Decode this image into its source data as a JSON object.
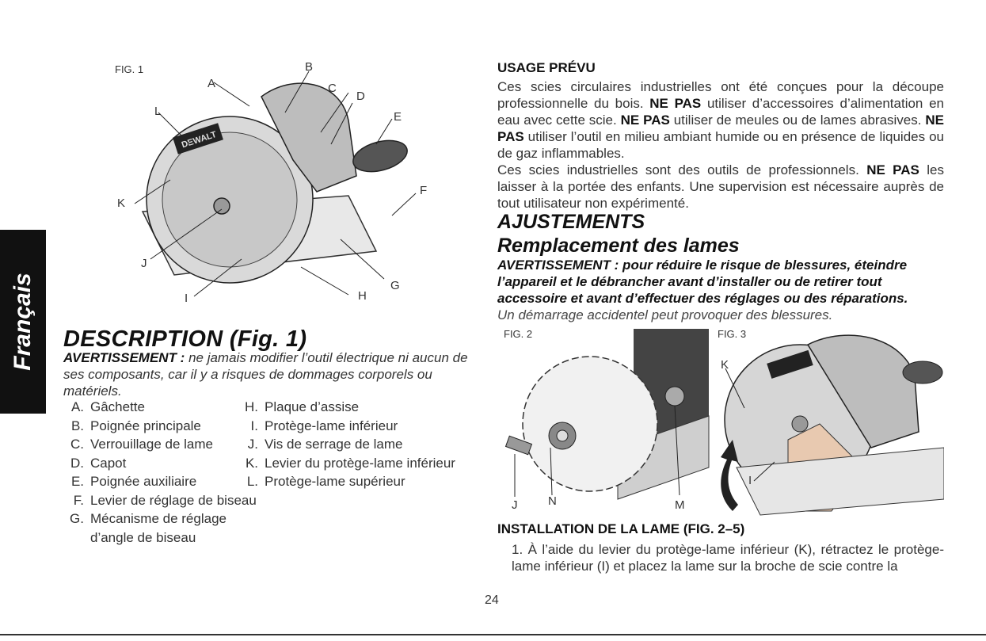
{
  "side_tab": "Français",
  "fig1": {
    "label": "FIG. 1",
    "callouts": [
      "A",
      "B",
      "C",
      "D",
      "E",
      "F",
      "G",
      "H",
      "I",
      "J",
      "K",
      "L"
    ],
    "brand": "DEWALT"
  },
  "description": {
    "title": "DESCRIPTION (Fig. 1)",
    "warning_label": "AVERTISSEMENT :",
    "warning_text": " ne jamais modifier l’outil électrique ni aucun de ses composants, car il y a risques de dommages corporels ou matériels.",
    "parts_left": [
      {
        "key": "A.",
        "label": "Gâchette"
      },
      {
        "key": "B.",
        "label": "Poignée principale"
      },
      {
        "key": "C.",
        "label": "Verrouillage de lame"
      },
      {
        "key": "D.",
        "label": "Capot"
      },
      {
        "key": "E.",
        "label": "Poignée auxiliaire"
      },
      {
        "key": "F.",
        "label": "Levier de réglage de biseau"
      },
      {
        "key": "G.",
        "label": "Mécanisme de réglage"
      },
      {
        "key": "",
        "label": "d’angle de biseau"
      }
    ],
    "parts_right": [
      {
        "key": "H.",
        "label": "Plaque d’assise"
      },
      {
        "key": "I.",
        "label": "Protège-lame inférieur"
      },
      {
        "key": "J.",
        "label": "Vis de serrage de lame"
      },
      {
        "key": "K.",
        "label": "Levier du protège-lame inférieur"
      },
      {
        "key": "L.",
        "label": "Protège-lame supérieur"
      }
    ]
  },
  "usage": {
    "title": "USAGE PRÉVU",
    "p1_a": "Ces scies circulaires industrielles ont été conçues pour la découpe professionnelle du bois. ",
    "p1_b": "NE PAS",
    "p1_c": " utiliser d’accessoires d’alimentation en eau avec cette scie. ",
    "p1_d": "NE PAS",
    "p1_e": " utiliser de meules ou de lames abrasives. ",
    "p1_f": "NE PAS",
    "p1_g": " utiliser l’outil en milieu ambiant humide ou en présence de liquides ou de gaz inflammables.",
    "p2_a": "Ces scies industrielles sont des outils de professionnels. ",
    "p2_b": "NE PAS",
    "p2_c": " les laisser à la portée des enfants. Une supervision est nécessaire auprès de tout utilisateur non expérimenté."
  },
  "adjustments": {
    "title": "AJUSTEMENTS",
    "subtitle": "Remplacement des lames",
    "warning": "AVERTISSEMENT : pour réduire le risque de blessures, éteindre l’appareil et le débrancher avant d’installer ou de retirer tout accessoire et avant d’effectuer des réglages ou des réparations.",
    "note": "Un démarrage accidentel peut provoquer des blessures."
  },
  "fig2": {
    "label": "FIG. 2",
    "callouts": [
      "J",
      "N",
      "M"
    ]
  },
  "fig3": {
    "label": "FIG. 3",
    "callouts": [
      "K",
      "I"
    ]
  },
  "install": {
    "title": "INSTALLATION DE LA LAME (FIG. 2–5)",
    "step1": "1. À l’aide du levier du protège-lame inférieur (K), rétractez le protège-lame inférieur (I) et placez la lame sur la broche de scie contre la"
  },
  "page_number": "24"
}
